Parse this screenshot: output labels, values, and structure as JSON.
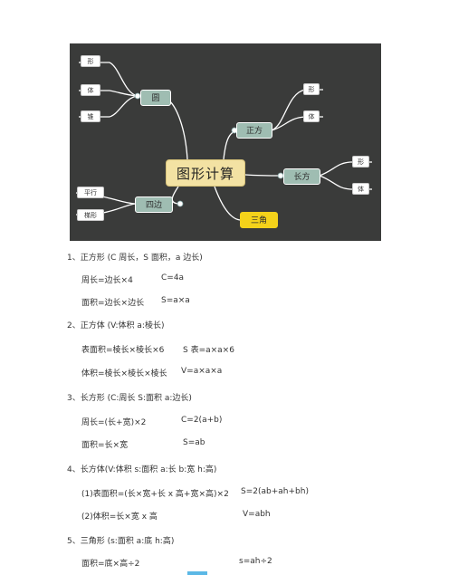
{
  "mindmap": {
    "center": "图形计算",
    "branches": {
      "circle": "圆",
      "square": "正方",
      "rect": "长方",
      "quad": "四边",
      "triangle": "三角"
    },
    "leaves": {
      "circle": [
        "形",
        "体",
        "锥"
      ],
      "square": [
        "形",
        "体"
      ],
      "rect": [
        "形",
        "体"
      ],
      "quad": [
        "平行",
        "梯形"
      ]
    },
    "colors": {
      "background": "#3a3b3a",
      "branch": "#9fbdb2",
      "center": "#f3e2a3",
      "triangle": "#f4d21a"
    }
  },
  "notes": [
    {
      "title": "1、正方形 (C 周长，S 面积，a 边长)",
      "rows": [
        {
          "text": "周长=边长×4",
          "formula": "C=4a"
        },
        {
          "text": "面积=边长×边长",
          "formula": "S=a×a"
        }
      ]
    },
    {
      "title": "2、正方体 (V:体积 a:棱长)",
      "rows": [
        {
          "text": "表面积=棱长×棱长×6",
          "formula": "S 表=a×a×6"
        },
        {
          "text": "体积=棱长×棱长×棱长",
          "formula": "V=a×a×a"
        }
      ]
    },
    {
      "title": "3、长方形 (C:周长 S:面积 a:边长)",
      "rows": [
        {
          "text": "周长=(长+宽)×2",
          "formula": "C=2(a+b)"
        },
        {
          "text": "面积=长×宽",
          "formula": "S=ab"
        }
      ]
    },
    {
      "title": "4、长方体(V:体积 s:面积 a:长 b:宽 h:高)",
      "rows": [
        {
          "text": "(1)表面积=(长×宽+长 x 高+宽×高)×2",
          "formula": "S=2(ab+ah+bh)"
        },
        {
          "text": "(2)体积=长×宽 x 高",
          "formula": "V=abh"
        }
      ]
    },
    {
      "title": "5、三角形 (s:面积 a:底 h:高)",
      "rows": [
        {
          "text": "面积=底×高÷2",
          "formula": "s=ah÷2"
        }
      ]
    }
  ]
}
